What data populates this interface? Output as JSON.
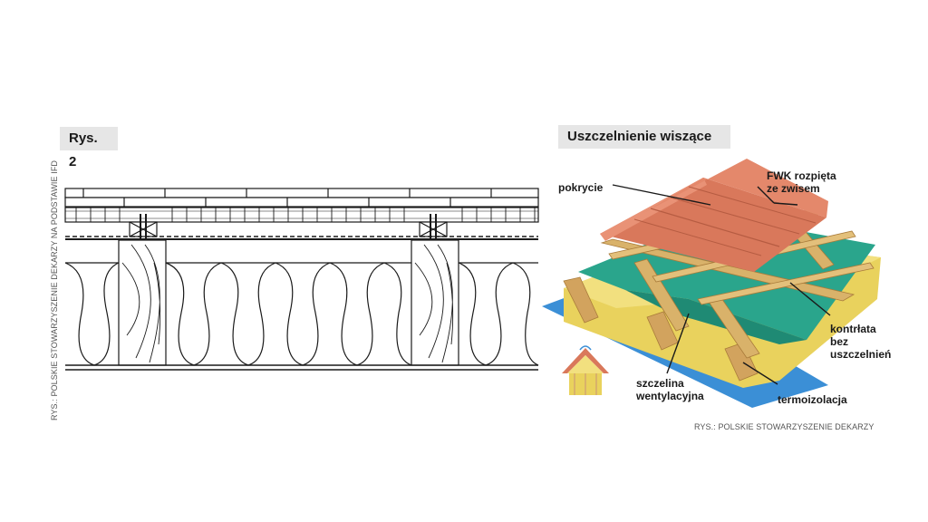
{
  "figure_label": "Rys. 2",
  "section_title": "Uszczelnienie wiszące",
  "left_credit": "RYS.: POLSKIE STOWARZYSZENIE DEKARZY NA PODSTAWIE IFD",
  "right_credit": "RYS.: POLSKIE STOWARZYSZENIE DEKARZY",
  "callouts": {
    "pokrycie": "pokrycie",
    "fwk_line1": "FWK rozpięta",
    "fwk_line2": "ze zwisem",
    "kontrlata_line1": "kontrłata",
    "kontrlata_line2": "bez",
    "kontrlata_line3": "uszczelnień",
    "szczelina_line1": "szczelina",
    "szczelina_line2": "wentylacyjna",
    "termoizolacja": "termoizolacja"
  },
  "colors": {
    "roof_tile": "#d9785b",
    "membrane": "#2aa58c",
    "batten": "#d9b26a",
    "insulation": "#e9d25d",
    "vapor_layer": "#3b8fd6",
    "line": "#1a1a1a"
  }
}
